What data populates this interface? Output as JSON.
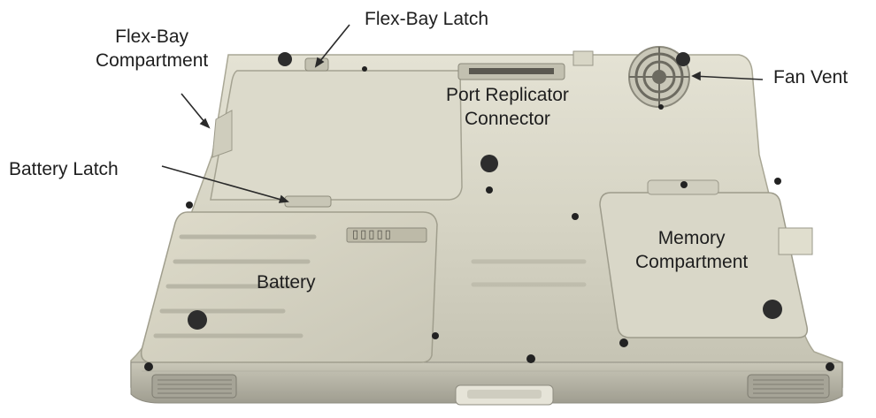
{
  "labels": {
    "flexbay_compartment": [
      "Flex-Bay",
      "Compartment"
    ],
    "flexbay_latch": "Flex-Bay Latch",
    "fan_vent": "Fan Vent",
    "port_replicator": [
      "Port Replicator",
      "Connector"
    ],
    "battery_latch": "Battery Latch",
    "battery": "Battery",
    "memory_compartment": [
      "Memory",
      "Compartment"
    ]
  },
  "battery_gauge_label": "▯▯▯▯▯"
}
